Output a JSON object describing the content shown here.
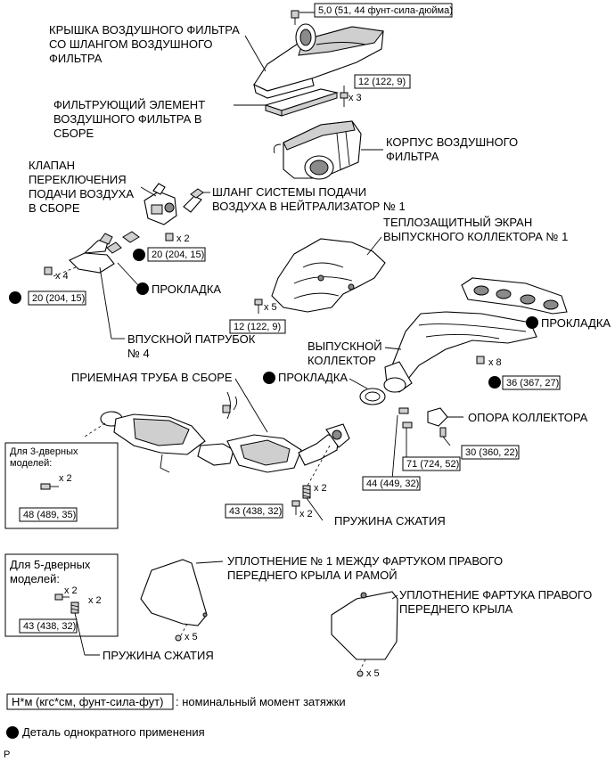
{
  "labels": {
    "air_cleaner_cap": [
      "КРЫШКА ВОЗДУШНОГО ФИЛЬТРА",
      "СО ШЛАНГОМ ВОЗДУШНОГО",
      "ФИЛЬТРА"
    ],
    "filter_element": [
      "ФИЛЬТРУЮЩИЙ ЭЛЕМЕНТ",
      "ВОЗДУШНОГО ФИЛЬТРА В",
      "СБОРЕ"
    ],
    "air_cleaner_case": [
      "КОРПУС ВОЗДУШНОГО",
      "ФИЛЬТРА"
    ],
    "air_switching_valve": [
      "КЛАПАН",
      "ПЕРЕКЛЮЧЕНИЯ",
      "ПОДАЧИ ВОЗДУХА",
      "В СБОРЕ"
    ],
    "air_hose": [
      "ШЛАНГ СИСТЕМЫ ПОДАЧИ",
      "ВОЗДУХА В НЕЙТРАЛИЗАТОР № 1"
    ],
    "heat_insulator": [
      "ТЕПЛОЗАЩИТНЫЙ ЭКРАН",
      "ВЫПУСКНОГО КОЛЛЕКТОРА № 1"
    ],
    "gasket_left": "ПРОКЛАДКА",
    "gasket_right": "ПРОКЛАДКА",
    "gasket_mid": "ПРОКЛАДКА",
    "inlet_pipe": [
      "ВПУСКНОЙ ПАТРУБОК",
      "№ 4"
    ],
    "exhaust_manifold": [
      "ВЫПУСКНОЙ",
      "КОЛЛЕКТОР"
    ],
    "front_pipe": "ПРИЕМНАЯ ТРУБА В СБОРЕ",
    "manifold_stay": "ОПОРА КОЛЛЕКТОРА",
    "compression_spring": "ПРУЖИНА СЖАТИЯ",
    "compression_spring_2": "ПРУЖИНА СЖАТИЯ",
    "seal_no1": [
      "УПЛОТНЕНИЕ № 1 МЕЖДУ ФАРТУКОМ ПРАВОГО",
      "ПЕРЕДНЕГО КРЫЛА И РАМОЙ"
    ],
    "seal_fender": [
      "УПЛОТНЕНИЕ ФАРТУКА ПРАВОГО",
      "ПЕРЕДНЕГО КРЫЛА"
    ],
    "three_door": [
      "Для 3-дверных",
      "моделей:"
    ],
    "five_door": [
      "Для 5-дверных",
      "моделей:"
    ],
    "page_code": "P"
  },
  "torques": {
    "cap": "5,0 (51, 44 фунт-сила-дюйма)",
    "case": "12 (122, 9)",
    "valve": "20 (204, 15)",
    "inlet": "20 (204, 15)",
    "insulator": "12 (122, 9)",
    "manifold": "36 (367, 27)",
    "stay_a": "71 (724, 52)",
    "stay_b": "30 (360, 22)",
    "stay_c": "44 (449, 32)",
    "pipe_3door": "48 (489, 35)",
    "pipe_bolt": "43 (438, 32)",
    "pipe_5door": "43 (438, 32)"
  },
  "counts": {
    "case": "x 3",
    "valve": "x 2",
    "inlet": "x 4",
    "insulator": "x 5",
    "manifold": "x 8",
    "pipe_3door": "x 2",
    "spring": "x 2",
    "pipe_bolt": "x 2",
    "five_bolt": "x 2",
    "five_spring": "x 2",
    "seal_no1": "x 5",
    "seal_fender": "x 5"
  },
  "legend": {
    "torque_box": "Н*м (кгс*см, фунт-сила-фут)",
    "torque_desc": ": номинальный момент затяжки",
    "nonreusable": "Деталь однократного применения"
  }
}
